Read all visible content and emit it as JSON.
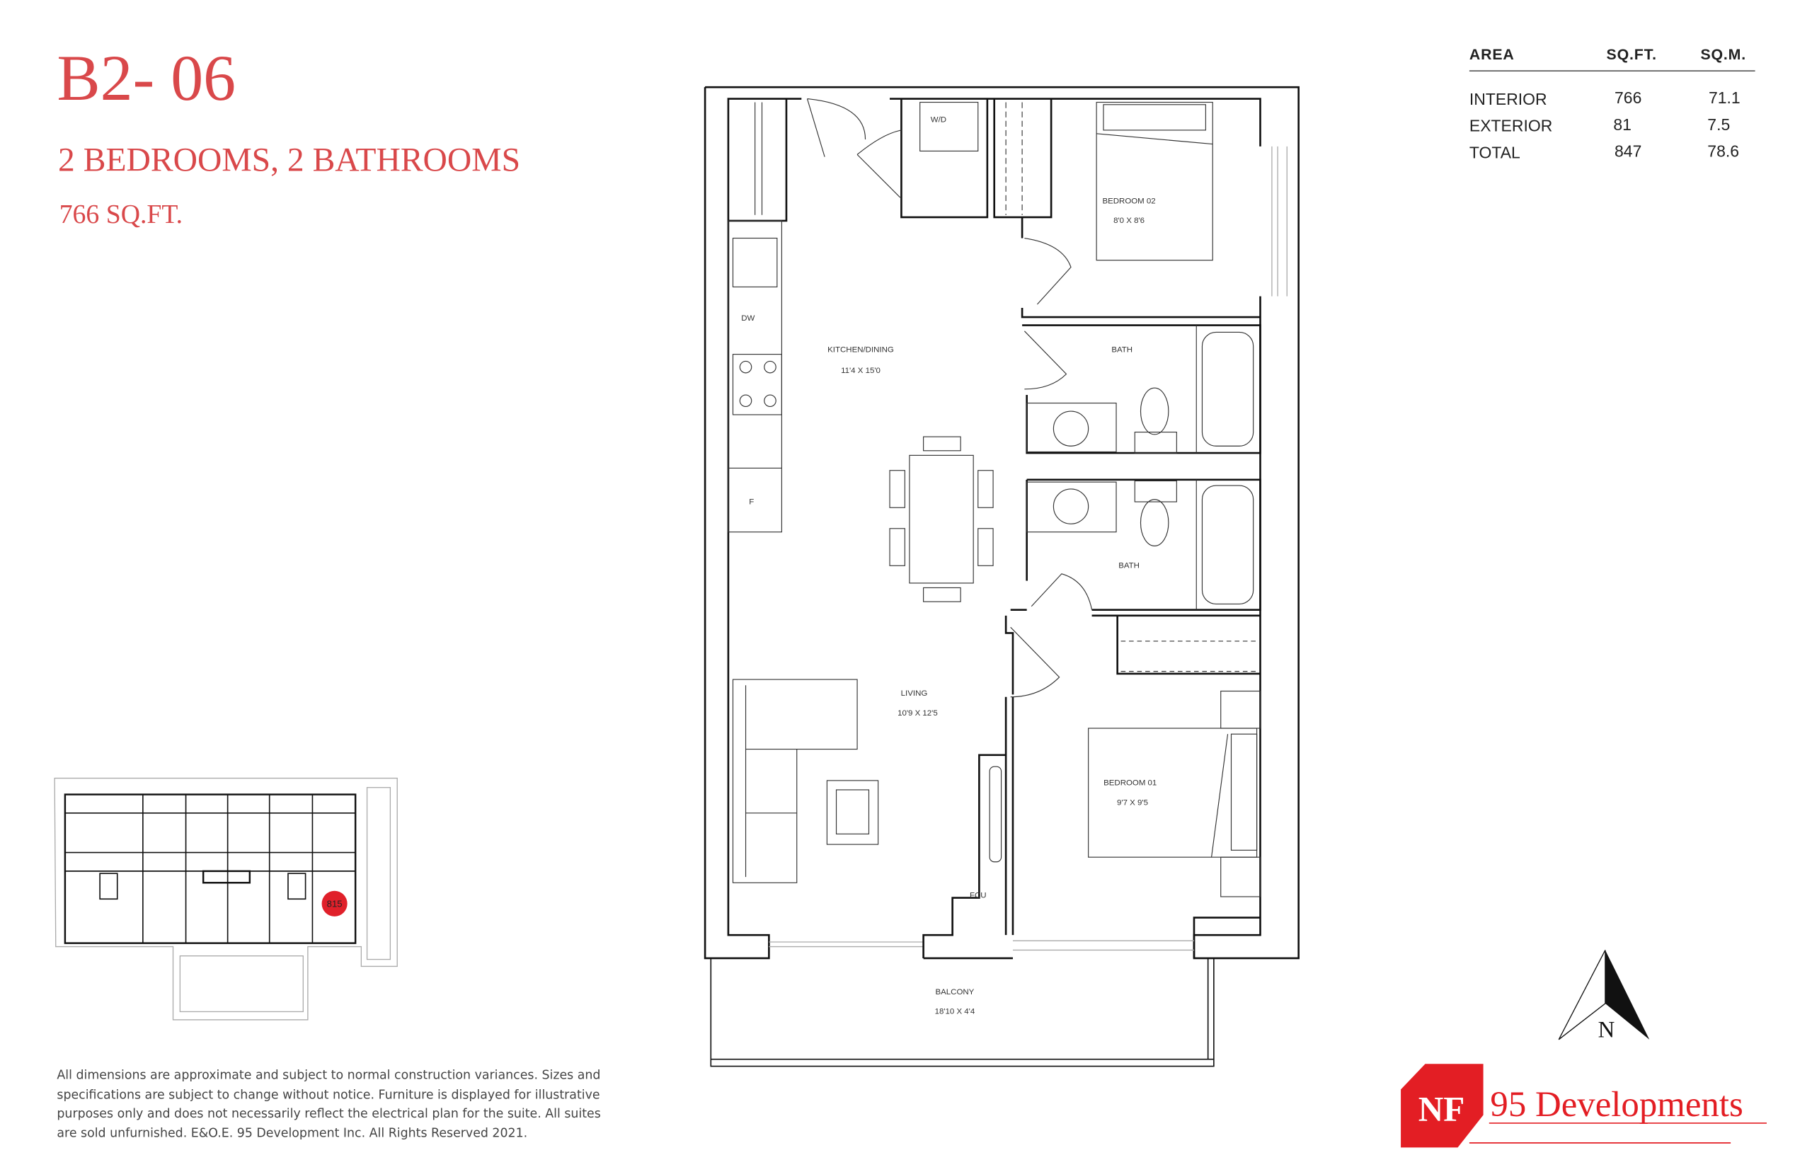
{
  "header": {
    "unit_name": "B2- 06",
    "unit_type": "2 BEDROOMS, 2 BATHROOMS",
    "unit_area": "766 SQ.FT."
  },
  "area_table": {
    "headers": [
      "AREA",
      "SQ.FT.",
      "SQ.M."
    ],
    "rows": [
      {
        "label": "INTERIOR",
        "sqft": "766",
        "sqm": "71.1"
      },
      {
        "label": "EXTERIOR",
        "sqft": "81",
        "sqm": "7.5"
      },
      {
        "label": "TOTAL",
        "sqft": "847",
        "sqm": "78.6"
      }
    ]
  },
  "floor_plan": {
    "rooms": {
      "wd": "W/D",
      "bedroom2": {
        "name": "BEDROOM 02",
        "size": "8'0 X 8'6"
      },
      "kitchen": {
        "name": "KITCHEN/DINING",
        "size": "11'4 X 15'0"
      },
      "bath1": "BATH",
      "bath2": "BATH",
      "dw": "DW",
      "fridge": "F",
      "living": {
        "name": "LIVING",
        "size": "10'9 X 12'5"
      },
      "bedroom1": {
        "name": "BEDROOM 01",
        "size": "9'7 X 9'5"
      },
      "fcu": "FCU",
      "balcony": {
        "name": "BALCONY",
        "size": "18'10 X 4'4"
      }
    }
  },
  "key_plan": {
    "unit_marker": "815",
    "marker_color": "#e0202a"
  },
  "disclaimer": [
    "All dimensions are approximate and subject to normal construction variances.  Sizes and",
    "specifications are subject to change without notice. Furniture is displayed for illustrative",
    "purposes only and does not necessarily reflect the electrical plan for the suite. All suites",
    "are sold unfurnished. E&O.E. 95 Development Inc. All Rights Reserved 2021."
  ],
  "compass": {
    "label": "N",
    "icon": "north-arrow-icon"
  },
  "logo": {
    "mark": "NF",
    "name": "95 Developments",
    "color": "#e31e24"
  },
  "colors": {
    "accent": "#d9484a"
  }
}
